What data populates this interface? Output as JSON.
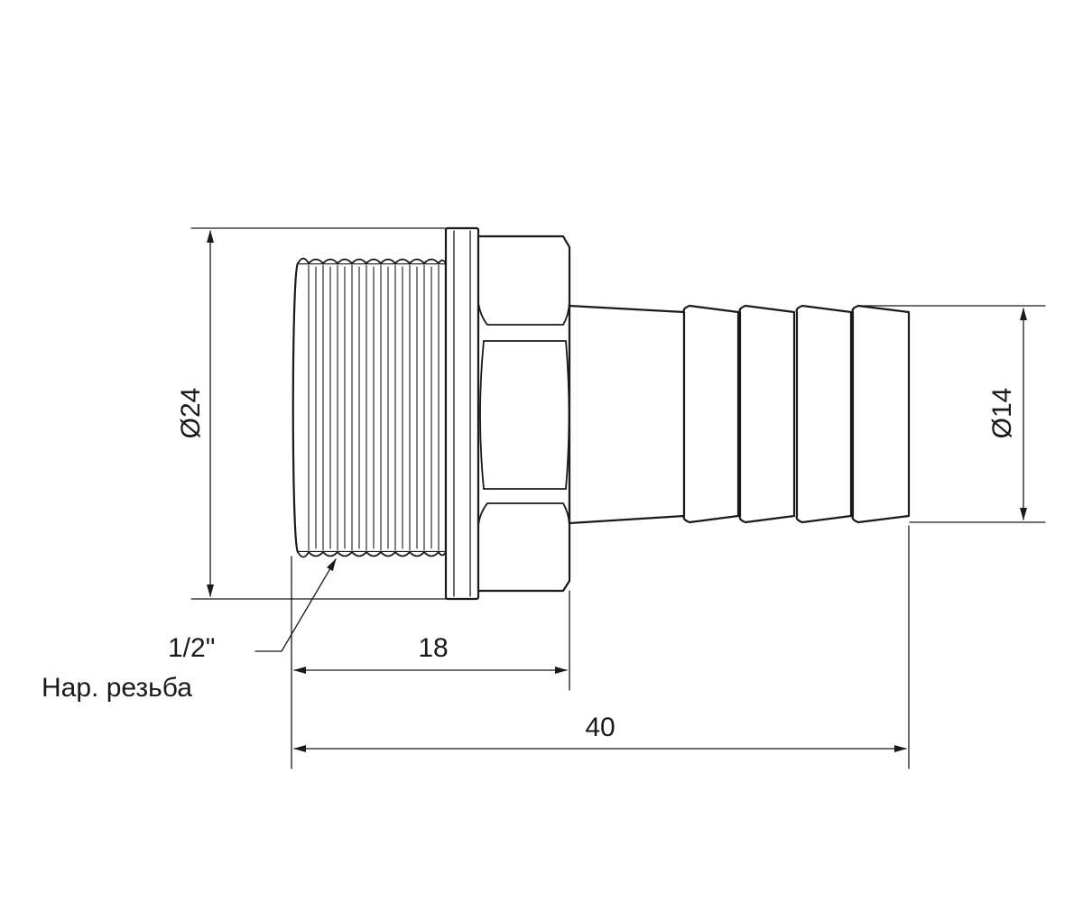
{
  "dimensions": {
    "outer_diameter": "Ø24",
    "hose_diameter": "Ø14",
    "thread_length": "18",
    "total_length": "40"
  },
  "thread_callout": {
    "size": "1/2\"",
    "type": "Нар. резьба"
  },
  "colors": {
    "line": "#1a1a1a",
    "background": "#ffffff",
    "part_fill": "#ffffff"
  }
}
